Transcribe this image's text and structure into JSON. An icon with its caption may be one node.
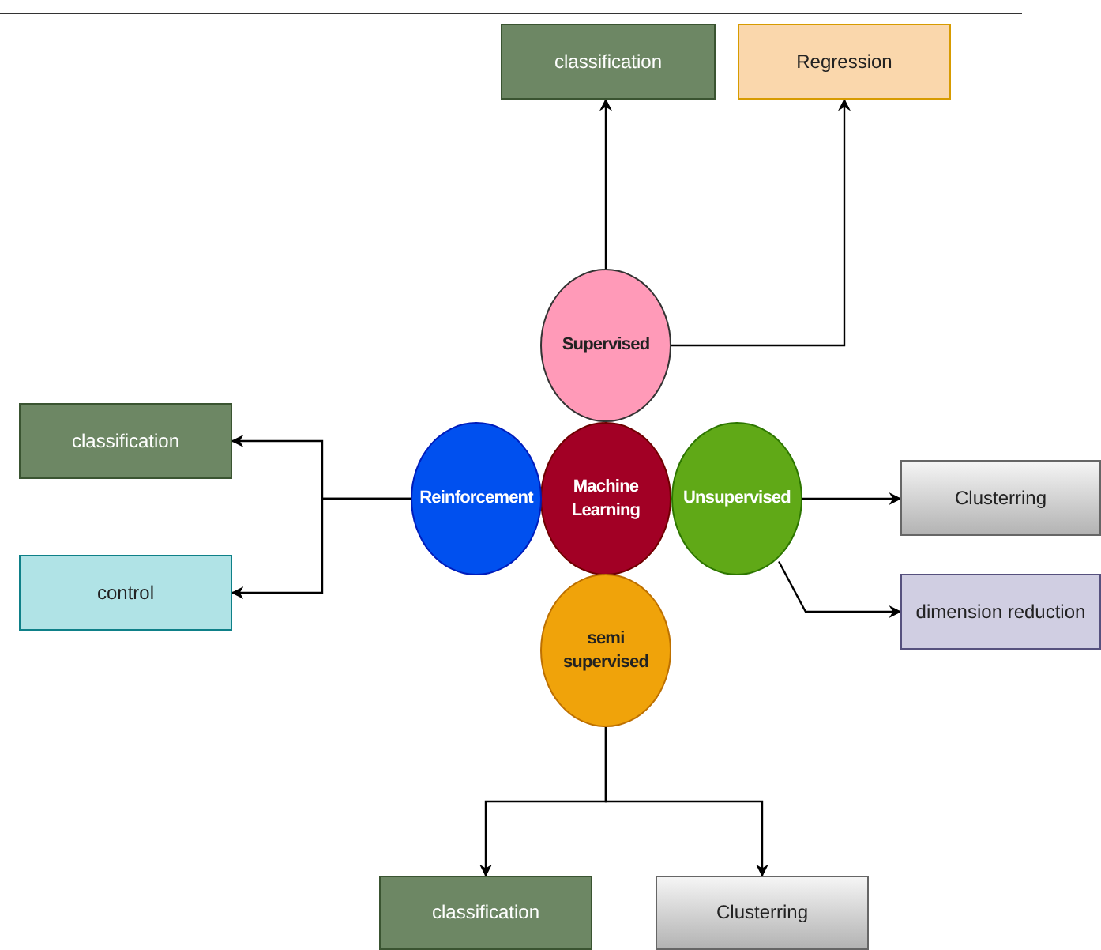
{
  "diagram": {
    "nodes": [
      {
        "text": [
          "Machine Learning"
        ]
      },
      {
        "text": [
          "Supervised"
        ]
      },
      {
        "text": [
          "Reinforcement"
        ]
      },
      {
        "text": [
          "Unsupervised"
        ]
      },
      {
        "text": [
          "semi supervised"
        ]
      },
      {
        "text": [
          "classification"
        ]
      },
      {
        "text": [
          "Regression"
        ]
      },
      {
        "text": [
          "classification"
        ]
      },
      {
        "text": [
          "control"
        ]
      },
      {
        "text": [
          "Clusterring"
        ]
      },
      {
        "text": [
          "dimension reduction"
        ]
      },
      {
        "text": [
          "classification"
        ]
      },
      {
        "text": [
          "Clusterring"
        ]
      }
    ],
    "edges": [
      {
        "from": 1,
        "to": 5,
        "arrow": "to"
      },
      {
        "from": 1,
        "to": 6,
        "arrow": "to"
      },
      {
        "from": 2,
        "to": 7,
        "arrow": "to"
      },
      {
        "from": 2,
        "to": 8,
        "arrow": "to"
      },
      {
        "from": 3,
        "to": 9,
        "arrow": "to"
      },
      {
        "from": 3,
        "to": 10,
        "arrow": "to"
      },
      {
        "from": 4,
        "to": 11,
        "arrow": "to"
      },
      {
        "from": 4,
        "to": 12,
        "arrow": "to"
      }
    ]
  }
}
